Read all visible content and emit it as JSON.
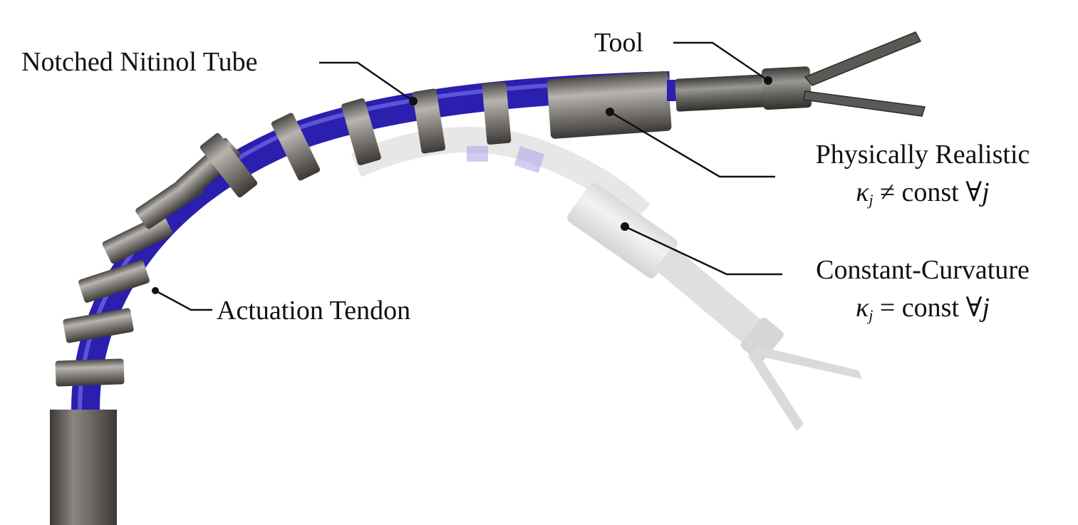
{
  "labels": {
    "tool": "Tool",
    "notched_tube": "Notched Nitinol Tube",
    "actuation_tendon": "Actuation Tendon",
    "physically_realistic": {
      "title": "Physically Realistic",
      "kappa": "κ",
      "index": "j",
      "relation": " ≠ const ∀",
      "var": "j"
    },
    "constant_curvature": {
      "title": "Constant-Curvature",
      "kappa": "κ",
      "index": "j",
      "relation": " = const ∀",
      "var": "j"
    }
  },
  "colors": {
    "tube": "#6e6a67",
    "tube_highlight": "#b3afab",
    "tendon": "#2a1fae",
    "ghost": "#e2e2e2",
    "ghost_tendon": "#8f88e0",
    "leader": "#111111"
  }
}
